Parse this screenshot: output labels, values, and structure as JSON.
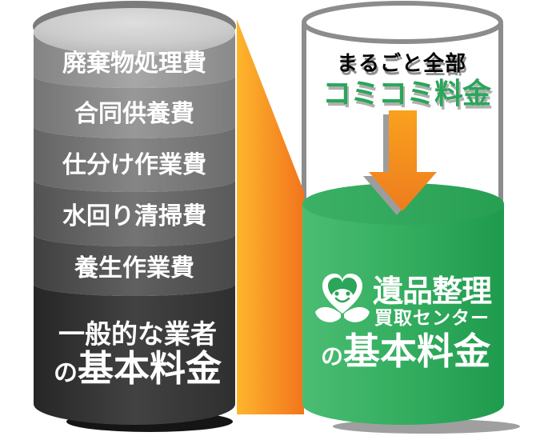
{
  "comparison": {
    "left": {
      "fees": [
        "廃棄物処理費",
        "合同供養費",
        "仕分け作業費",
        "水回り清掃費",
        "養生作業費"
      ],
      "owner": "一般的な業者",
      "price_prefix": "の",
      "price_label": "基本料金"
    },
    "right": {
      "caption_black": "まるごと全部",
      "caption_green": "コミコミ料金",
      "brand_name": "遺品整理",
      "brand_sub": "買取センター",
      "price_prefix": "の",
      "price_label": "基本料金"
    }
  },
  "icons": {
    "arrow": "down-arrow-icon",
    "logo": "heart-smile-leaves-icon"
  },
  "colors": {
    "green_accent": "#2aa65a",
    "green_cylinder_light": "#4bbd73",
    "green_cylinder_dark": "#1f9b4d",
    "orange_wedge_light": "#fdb62d",
    "orange_wedge_dark": "#f2741c",
    "arrow_orange": "#f7941e",
    "gray_outline": "#8c8c8c",
    "dark_cylinder_base": "#2f2f2f"
  }
}
